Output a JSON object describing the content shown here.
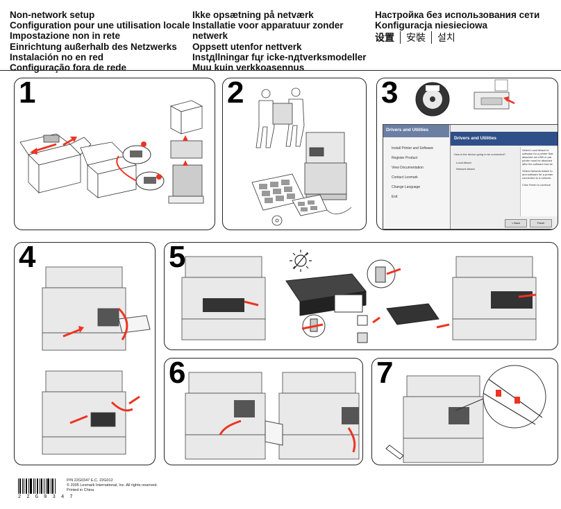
{
  "header": {
    "col1": [
      "Non-network setup",
      "Configuration pour une utilisation locale",
      "Impostazione non in rete",
      "Einrichtung außerhalb des Netzwerks",
      "Instalación no en red",
      "Configuração fora de rede"
    ],
    "col2": [
      "Ikke opsætning på netværk",
      "Installatie voor apparatuur zonder",
      "netwerk",
      "Oppsett utenfor nettverk",
      "Instдllningar fцr icke-nдtverksmodeller",
      "Muu kuin verkkoasennus"
    ],
    "col3": [
      "Настройка без использования сети",
      "Konfiguracja niesieciowa"
    ],
    "asian": [
      "设置",
      "安裝",
      "설치"
    ]
  },
  "steps": [
    "1",
    "2",
    "3",
    "4",
    "5",
    "6",
    "7"
  ],
  "screen": {
    "title_left": "Drivers and Utilities",
    "title_right": "Drivers and Utilities",
    "menu": [
      "Install Printer and Software",
      "Register Product",
      "View Documentation",
      "Contact Lexmark",
      "Change Language",
      "Exit"
    ],
    "question": "How is the device going to be connected?",
    "options": [
      "Local Attach",
      "Network Attach"
    ],
    "help": [
      "Select Local Attach to",
      "software for a printer that",
      "attached via USB or par",
      "printer must be attached",
      "after the software has be",
      "",
      "Select Network Attach to",
      "and software for a printer",
      "connected to a network.",
      "",
      "Click Finish to continue"
    ],
    "buttons": [
      "< Back",
      "Finish"
    ]
  },
  "footer": {
    "barcode_text": "2 2 G 0 3 4 7",
    "lines": [
      "P/N  22G0347     E.C.  22G012",
      "© 2005 Lexmark International, Inc. All rights reserved.",
      "Printed in China"
    ]
  },
  "icons": [
    "printer-illustration-icon",
    "box-icon",
    "people-carrying-icon",
    "cd-icon",
    "toner-cartridge-icon",
    "sun-icon",
    "trash-icon",
    "arrow-icon"
  ]
}
